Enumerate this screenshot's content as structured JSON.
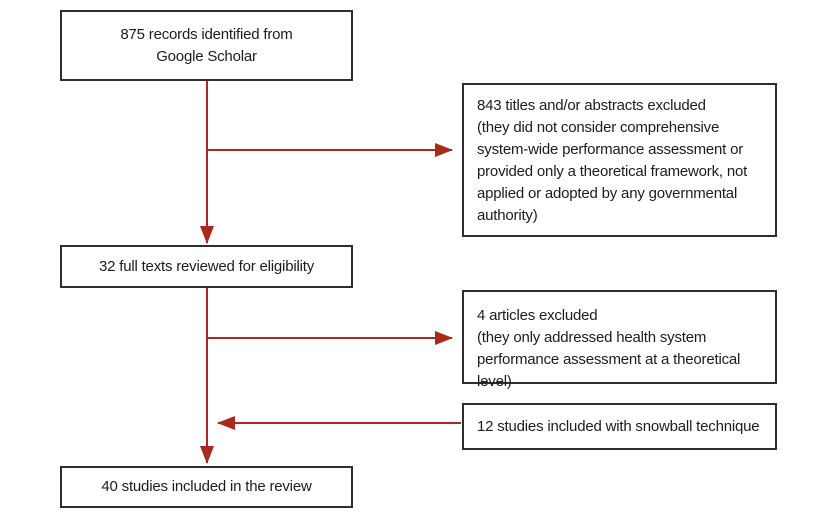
{
  "figure": {
    "type": "study-selection-flow-diagram"
  },
  "colors": {
    "background": "#ffffff",
    "arrow": "#a82a1b",
    "box_border": "#2e2e2e",
    "text": "#1c1c1c"
  },
  "flowchart": {
    "nodes": [
      {
        "id": "records",
        "text": "875 records identified from\nGoogle Scholar"
      },
      {
        "id": "titles-excluded",
        "text": "843 titles and/or abstracts excluded\n(they did not consider comprehensive\nsystem-wide performance assessment or\nprovided only a theoretical framework, not\napplied or adopted by any governmental\nauthority)"
      },
      {
        "id": "fulltexts",
        "text": "32 full texts reviewed for eligibility"
      },
      {
        "id": "articles-excluded",
        "text": "4 articles excluded\n(they only addressed health system\nperformance assessment at a theoretical level)"
      },
      {
        "id": "snowball",
        "text": "12 studies included with snowball technique"
      },
      {
        "id": "included",
        "text": "40 studies included in the review"
      }
    ],
    "edges": [
      {
        "from": "records",
        "to": "fulltexts"
      },
      {
        "from": "records",
        "to": "titles-excluded"
      },
      {
        "from": "fulltexts",
        "to": "included"
      },
      {
        "from": "fulltexts",
        "to": "articles-excluded"
      },
      {
        "from": "snowball",
        "to": "included"
      }
    ]
  }
}
